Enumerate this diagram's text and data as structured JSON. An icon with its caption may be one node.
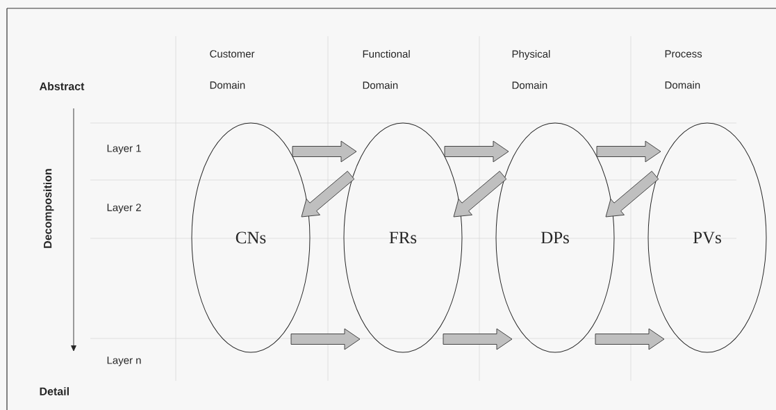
{
  "diagram": {
    "nodes": [
      {
        "text": [
          "CNs"
        ]
      },
      {
        "text": [
          "FRs"
        ]
      },
      {
        "text": [
          "DPs"
        ]
      },
      {
        "text": [
          "PVs"
        ]
      }
    ],
    "edges": [
      {
        "from": 0,
        "to": 1,
        "arrow": "to"
      },
      {
        "from": 1,
        "to": 0,
        "arrow": "to"
      },
      {
        "from": 0,
        "to": 1,
        "arrow": "to"
      },
      {
        "from": 1,
        "to": 2,
        "arrow": "to"
      },
      {
        "from": 2,
        "to": 1,
        "arrow": "to"
      },
      {
        "from": 1,
        "to": 2,
        "arrow": "to"
      },
      {
        "from": 2,
        "to": 3,
        "arrow": "to"
      },
      {
        "from": 3,
        "to": 2,
        "arrow": "to"
      },
      {
        "from": 2,
        "to": 3,
        "arrow": "to"
      }
    ],
    "labels": [
      "Customer Domain",
      "Functional Domain",
      "Physical Domain",
      "Process Domain",
      "Abstract",
      "Layer 1",
      "Decomposition",
      "Layer 2",
      "Layer n",
      "Detail"
    ]
  }
}
